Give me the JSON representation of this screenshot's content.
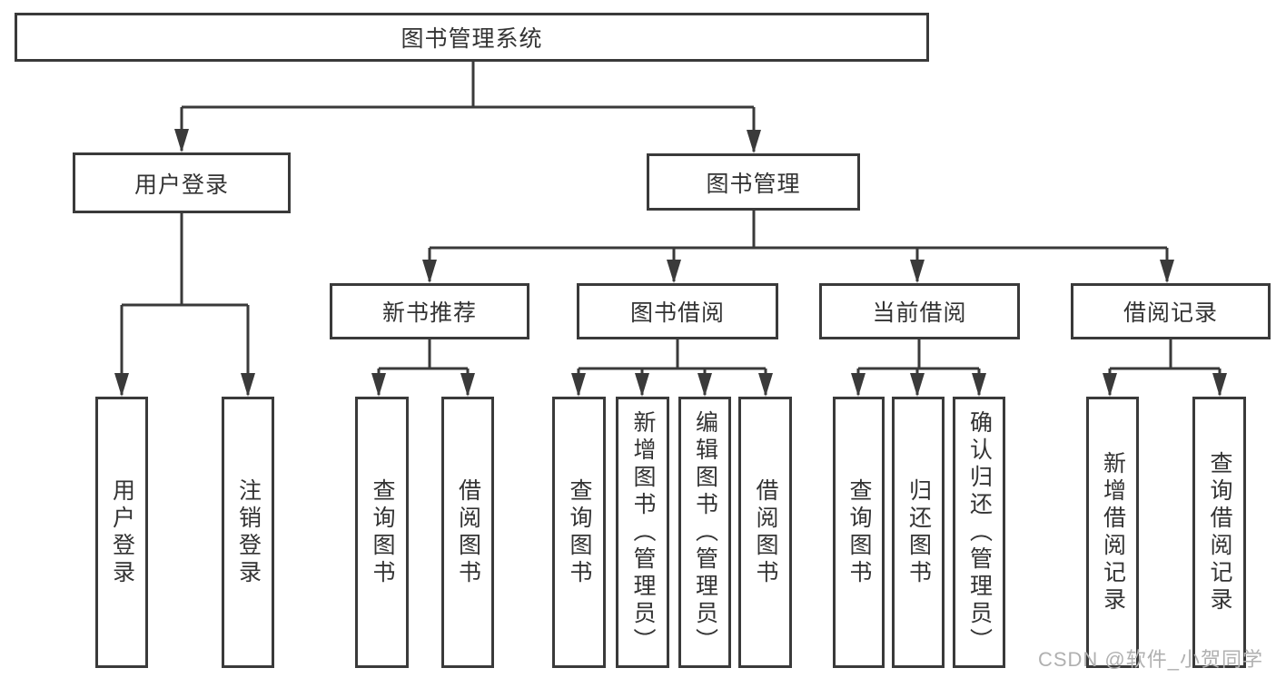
{
  "diagram": {
    "root": {
      "label": "图书管理系统"
    },
    "user_login": {
      "label": "用户登录",
      "children": [
        "用户登录",
        "注销登录"
      ]
    },
    "book_management": {
      "label": "图书管理",
      "groups": [
        {
          "label": "新书推荐",
          "children": [
            "查询图书",
            "借阅图书"
          ]
        },
        {
          "label": "图书借阅",
          "children": [
            "查询图书",
            "新增图书（管理员）",
            "编辑图书（管理员）",
            "借阅图书"
          ]
        },
        {
          "label": "当前借阅",
          "children": [
            "查询图书",
            "归还图书",
            "确认归还（管理员）"
          ]
        },
        {
          "label": "借阅记录",
          "children": [
            "新增借阅记录",
            "查询借阅记录"
          ]
        }
      ]
    }
  },
  "watermark": {
    "text": "CSDN @软件_小贺同学"
  },
  "colors": {
    "line": "#3a3a3a",
    "text": "#333333",
    "watermark": "#b0b0b0",
    "background": "#ffffff"
  }
}
